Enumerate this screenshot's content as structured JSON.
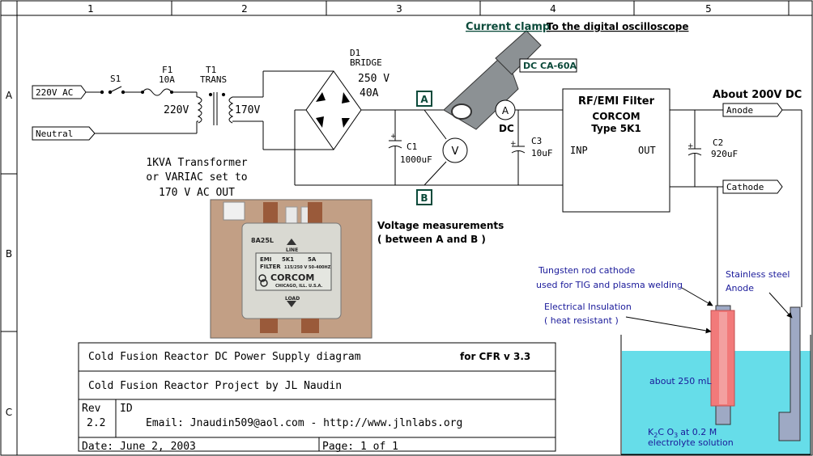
{
  "border": {
    "columns": [
      "1",
      "2",
      "3",
      "4",
      "5"
    ],
    "rows": [
      "A",
      "B",
      "C"
    ]
  },
  "inputs": {
    "ac_line": "220V AC",
    "neutral": "Neutral",
    "switch": "S1",
    "fuse": "F1",
    "fuse_rating": "10A",
    "transformer": "T1",
    "transformer_type": "TRANS",
    "primary_voltage": "220V",
    "secondary_voltage": "170V"
  },
  "transformer_note": {
    "line1": "1KVA Transformer",
    "line2": "or VARIAC set to",
    "line3": "170 V AC OUT"
  },
  "bridge": {
    "name": "D1",
    "type": "BRIDGE",
    "voltage": "250 V",
    "current": "40A"
  },
  "capacitors": {
    "c1_name": "C1",
    "c1_value": "1000uF",
    "c3_name": "C3",
    "c3_value": "10uF",
    "c2_name": "C2",
    "c2_value": "920uF",
    "plus": "+"
  },
  "measure": {
    "point_a": "A",
    "point_b": "B",
    "voltmeter": "V",
    "ammeter": "A",
    "ammeter_label": "DC",
    "voltage_caption_1": "Voltage measurements",
    "voltage_caption_2": "( between A and B )"
  },
  "clamp": {
    "title": "Current clamp",
    "subtitle": "To the digital oscilloscope",
    "model": "DC CA-60A"
  },
  "filter": {
    "title": "RF/EMI Filter",
    "maker": "CORCOM",
    "type": "Type 5K1",
    "inp": "INP",
    "out": "OUT"
  },
  "outputs": {
    "about": "About 200V DC",
    "anode": "Anode",
    "cathode": "Cathode"
  },
  "photo": {
    "code": "8A25L",
    "line": "LINE",
    "emi": "EMI",
    "model": "5K1",
    "amps": "5A",
    "filter": "FILTER",
    "rating": "115/250 V 50-400HZ",
    "brand": "CORCOM",
    "city": "CHICAGO, ILL. U.S.A.",
    "load": "LOAD"
  },
  "cell": {
    "cathode_note_1": "Tungsten rod cathode",
    "cathode_note_2": "used for TIG and plasma welding",
    "anode_note_1": "Stainless steel",
    "anode_note_2": "Anode",
    "insulation_1": "Electrical Insulation",
    "insulation_2": "( heat resistant )",
    "volume": "about 250 mL",
    "electrolyte_formula_a": "K",
    "electrolyte_sub_2": "2",
    "electrolyte_formula_b": "C O",
    "electrolyte_sub_3": "3",
    "electrolyte_conc": "at 0.2 M",
    "electrolyte_2": "electrolyte solution",
    "colors": {
      "water": "#66dde9",
      "insulator": "#f27a7a",
      "rod": "#9ea9c4"
    }
  },
  "title_block": {
    "title": "Cold Fusion Reactor DC Power Supply diagram",
    "version": "for CFR v 3.3",
    "project": "Cold Fusion Reactor Project by JL Naudin",
    "rev_label": "Rev",
    "rev_value": "2.2",
    "id_label": "ID",
    "email": "Email: Jnaudin509@aol.com - http://www.jlnlabs.org",
    "date": "Date: June 2, 2003",
    "page": "Page: 1 of 1"
  },
  "colors": {
    "line": "#000000",
    "annotation_blue": "#1a1a9a",
    "label_teal": "#0b4a3a",
    "clamp_body": "#8c9194"
  }
}
